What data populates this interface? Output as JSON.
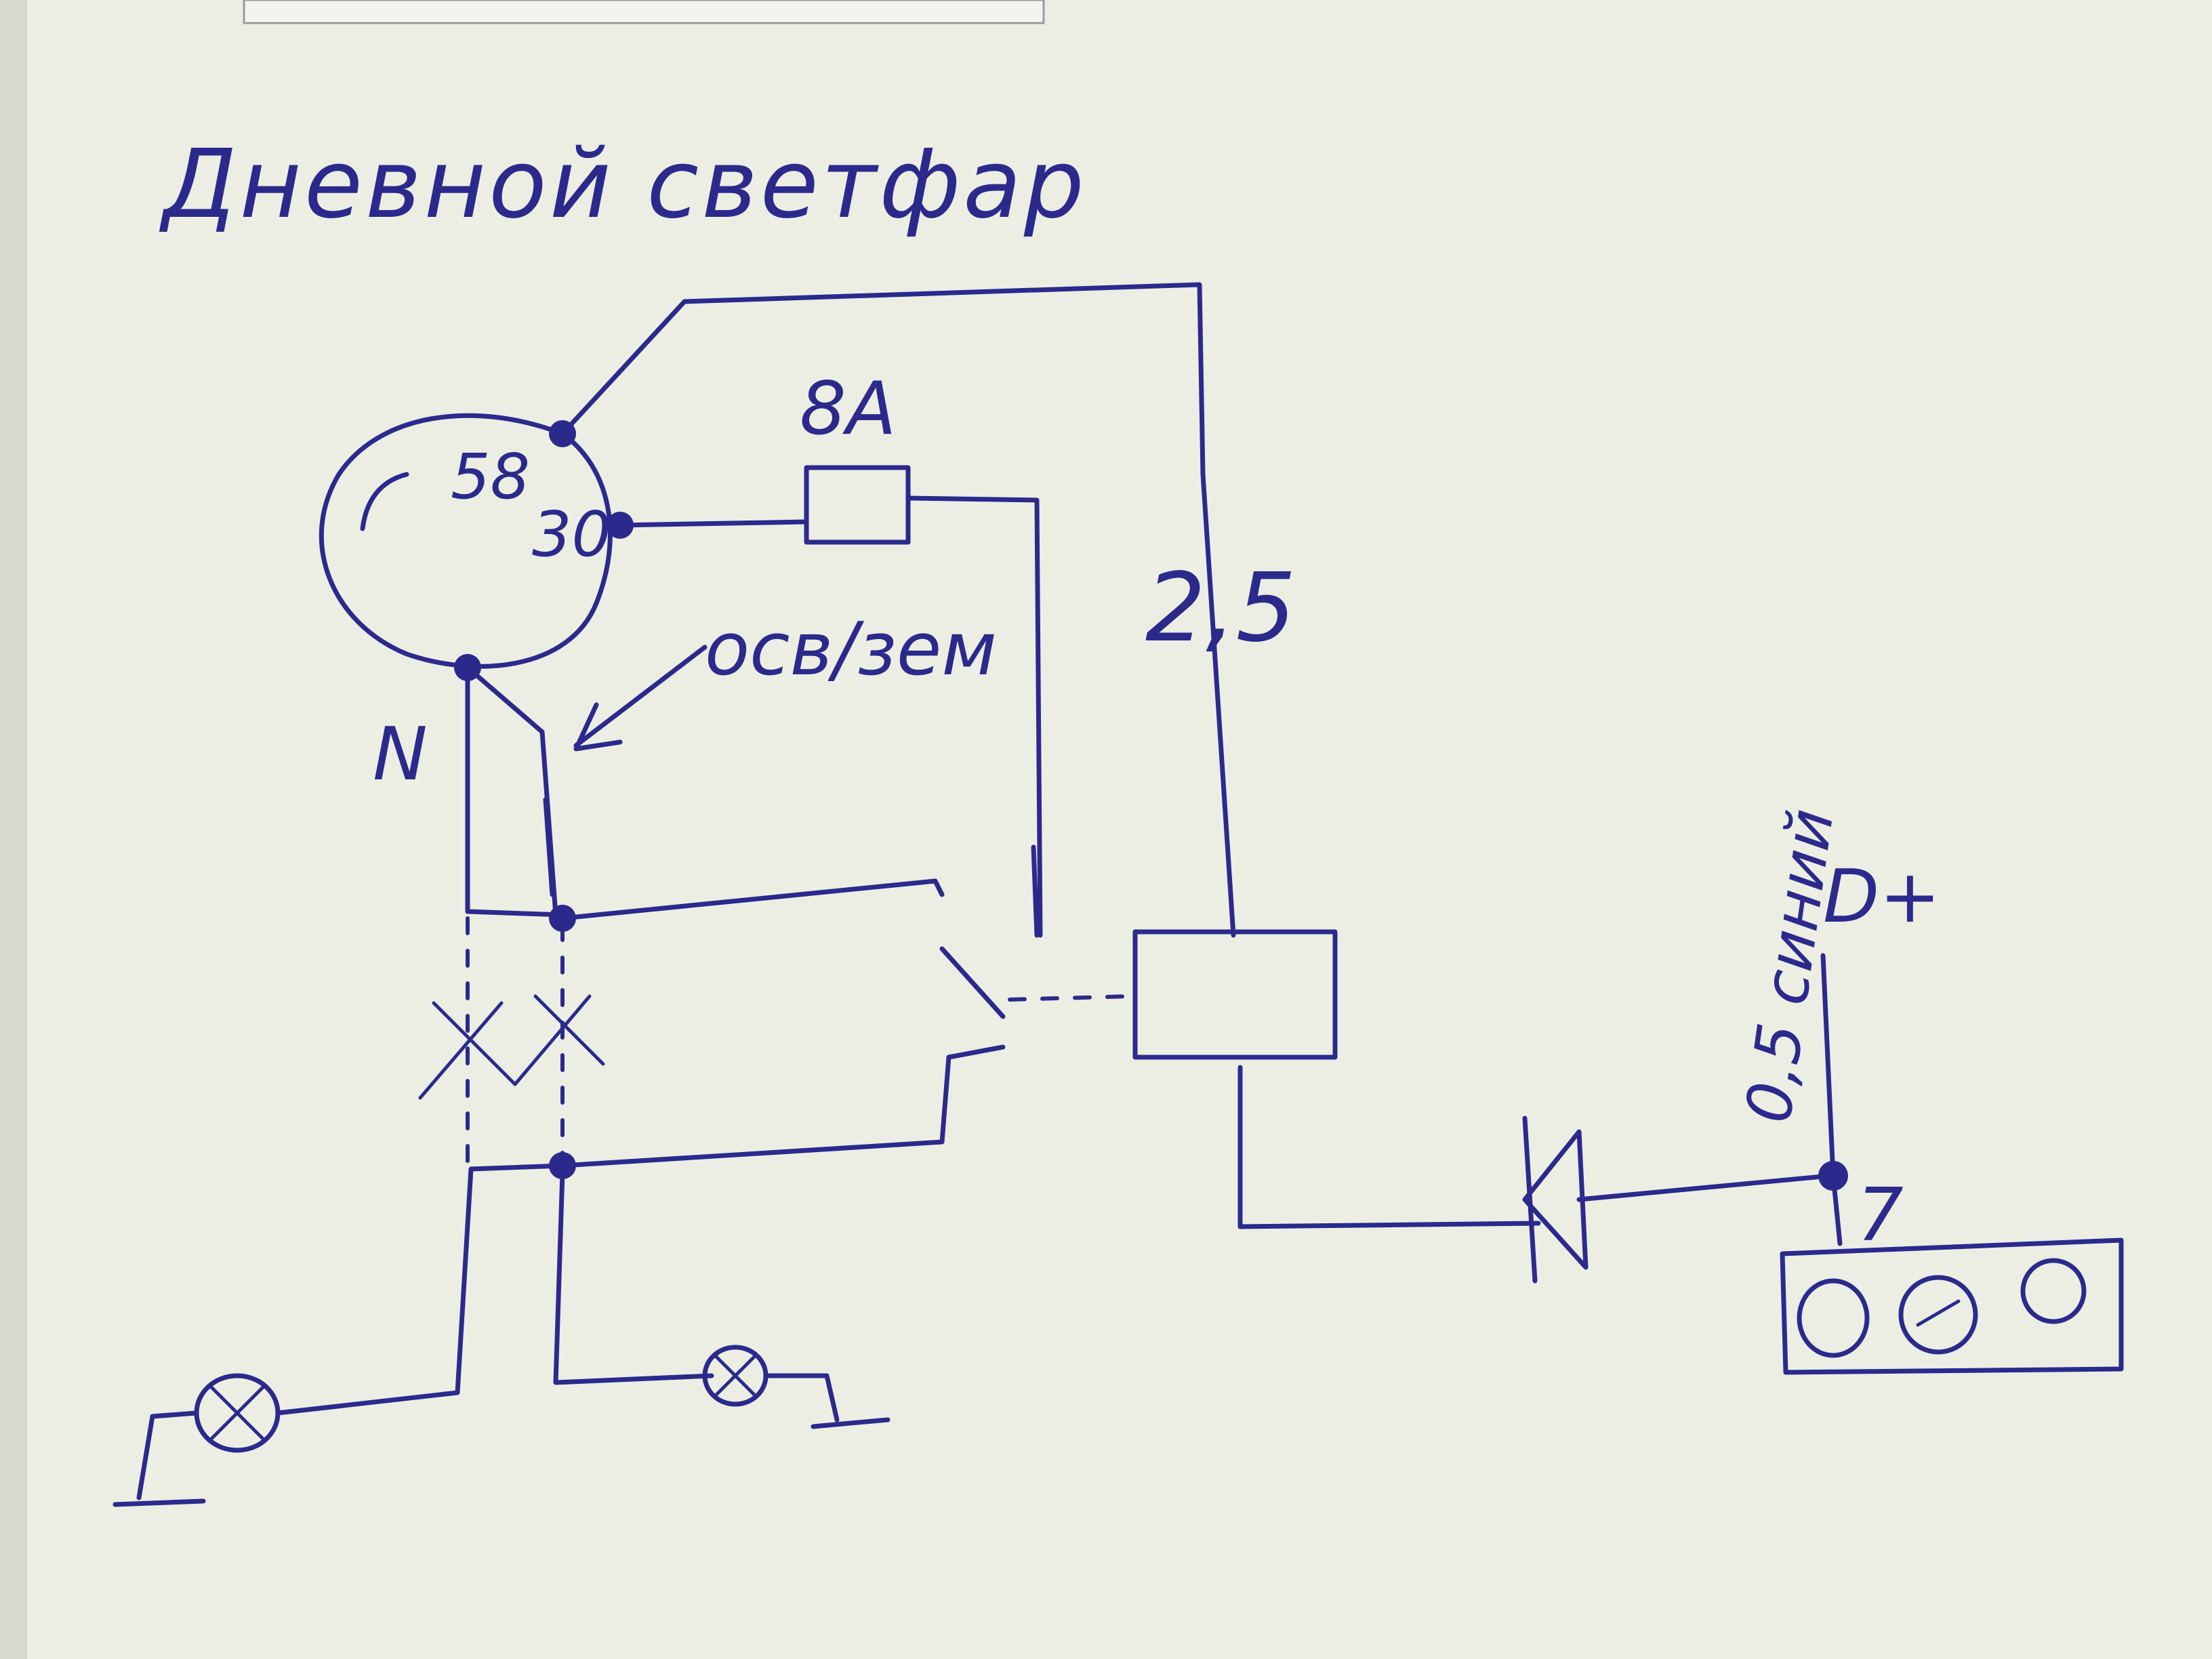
{
  "diagram": {
    "title": "Дневной светфар",
    "labels": {
      "pin58": "58",
      "pin30": "30",
      "neutral": "N",
      "fuse": "8A",
      "ground_note": "осв/зем",
      "wire_size": "2,5",
      "d_plus": "D+",
      "wire_note": "0,5 синий",
      "pin7": "7"
    }
  }
}
